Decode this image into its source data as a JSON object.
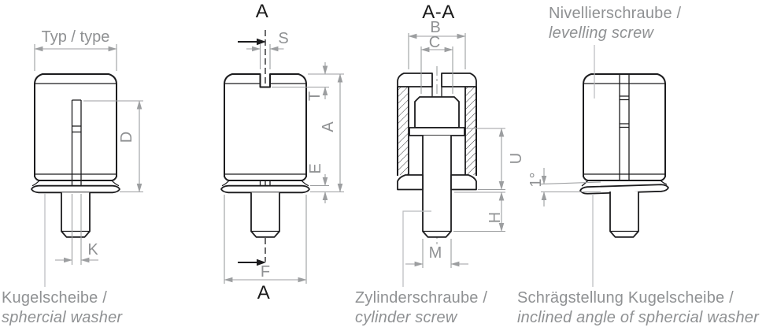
{
  "colors": {
    "outline": "#1c1c1e",
    "dimension_lines": "#9c9ea0",
    "label_text": "#8f9193",
    "section_label_text": "#1b1b1b"
  },
  "view_type": {
    "dim_width": "Typ / type",
    "dim_d": "D",
    "dim_k": "K",
    "callout_de": "Kugelscheibe /",
    "callout_en": "sphercial washer"
  },
  "view_front": {
    "section_marker_top": "A",
    "section_marker_bottom": "A",
    "dim_s": "S",
    "dim_t": "T",
    "dim_a": "A",
    "dim_e": "E",
    "dim_f": "F"
  },
  "view_section": {
    "title": "A-A",
    "dim_b": "B",
    "dim_c": "C",
    "dim_u": "U",
    "dim_h": "H",
    "dim_m": "M",
    "callout_de": "Zylinderschraube /",
    "callout_en": "cylinder screw"
  },
  "view_side": {
    "dim_angle": "1°",
    "callout_top_de": "Nivellierschraube /",
    "callout_top_en": "levelling screw",
    "callout_bottom_de": "Schrägstellung Kugelscheibe /",
    "callout_bottom_en": "inclined angle of sphercial washer"
  }
}
